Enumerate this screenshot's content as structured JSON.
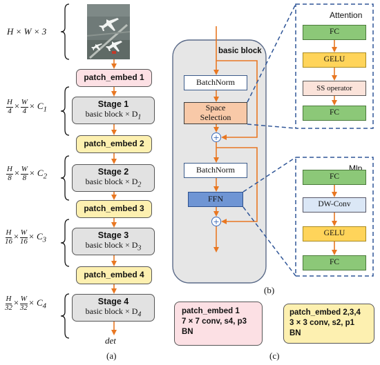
{
  "panel_a": {
    "input_dim": "H × W × 3",
    "patch_embed_1": "patch_embed 1",
    "patch_embed_2": "patch_embed 2",
    "patch_embed_3": "patch_embed 3",
    "patch_embed_4": "patch_embed 4",
    "stages": [
      {
        "title": "Stage 1",
        "body": "basic block × D",
        "sub": "1",
        "dim_h": "4",
        "dim_w": "4",
        "dim_c": "1"
      },
      {
        "title": "Stage 2",
        "body": "basic block × D",
        "sub": "2",
        "dim_h": "8",
        "dim_w": "8",
        "dim_c": "2"
      },
      {
        "title": "Stage 3",
        "body": "basic block × D",
        "sub": "3",
        "dim_h": "16",
        "dim_w": "16",
        "dim_c": "3"
      },
      {
        "title": "Stage 4",
        "body": "basic block × D",
        "sub": "4",
        "dim_h": "32",
        "dim_w": "32",
        "dim_c": "4"
      }
    ],
    "output": "det",
    "label": "(a)"
  },
  "panel_b": {
    "title": "basic block",
    "batchnorm_1": "BatchNorm",
    "space_selection_1": "Space",
    "space_selection_2": "Selection",
    "batchnorm_2": "BatchNorm",
    "ffn": "FFN",
    "plus": "+",
    "label": "(b)",
    "attention": {
      "title": "Attention",
      "items": [
        "FC",
        "GELU",
        "SS operator",
        "FC"
      ]
    },
    "mlp": {
      "title": "Mlp",
      "items": [
        "FC",
        "DW-Conv",
        "GELU",
        "FC"
      ]
    }
  },
  "panel_c": {
    "pe1_title": "patch_embed 1",
    "pe1_line2": "7 × 7 conv, s4, p3",
    "pe1_line3": "BN",
    "pe234_title": "patch_embed 2,3,4",
    "pe234_line2": "3 × 3 conv, s2, p1",
    "pe234_line3": "BN",
    "label": "(c)"
  },
  "colors": {
    "arrow": "#e87722",
    "dash": "#2f5597",
    "patch_embed_1": "#fce0e4",
    "patch_embed_n": "#fdf0b0",
    "stage": "#e2e2e2",
    "fc": "#8cc878",
    "gelu": "#ffd45a",
    "space_selection": "#f8c9a8",
    "ffn": "#6f95d4"
  }
}
